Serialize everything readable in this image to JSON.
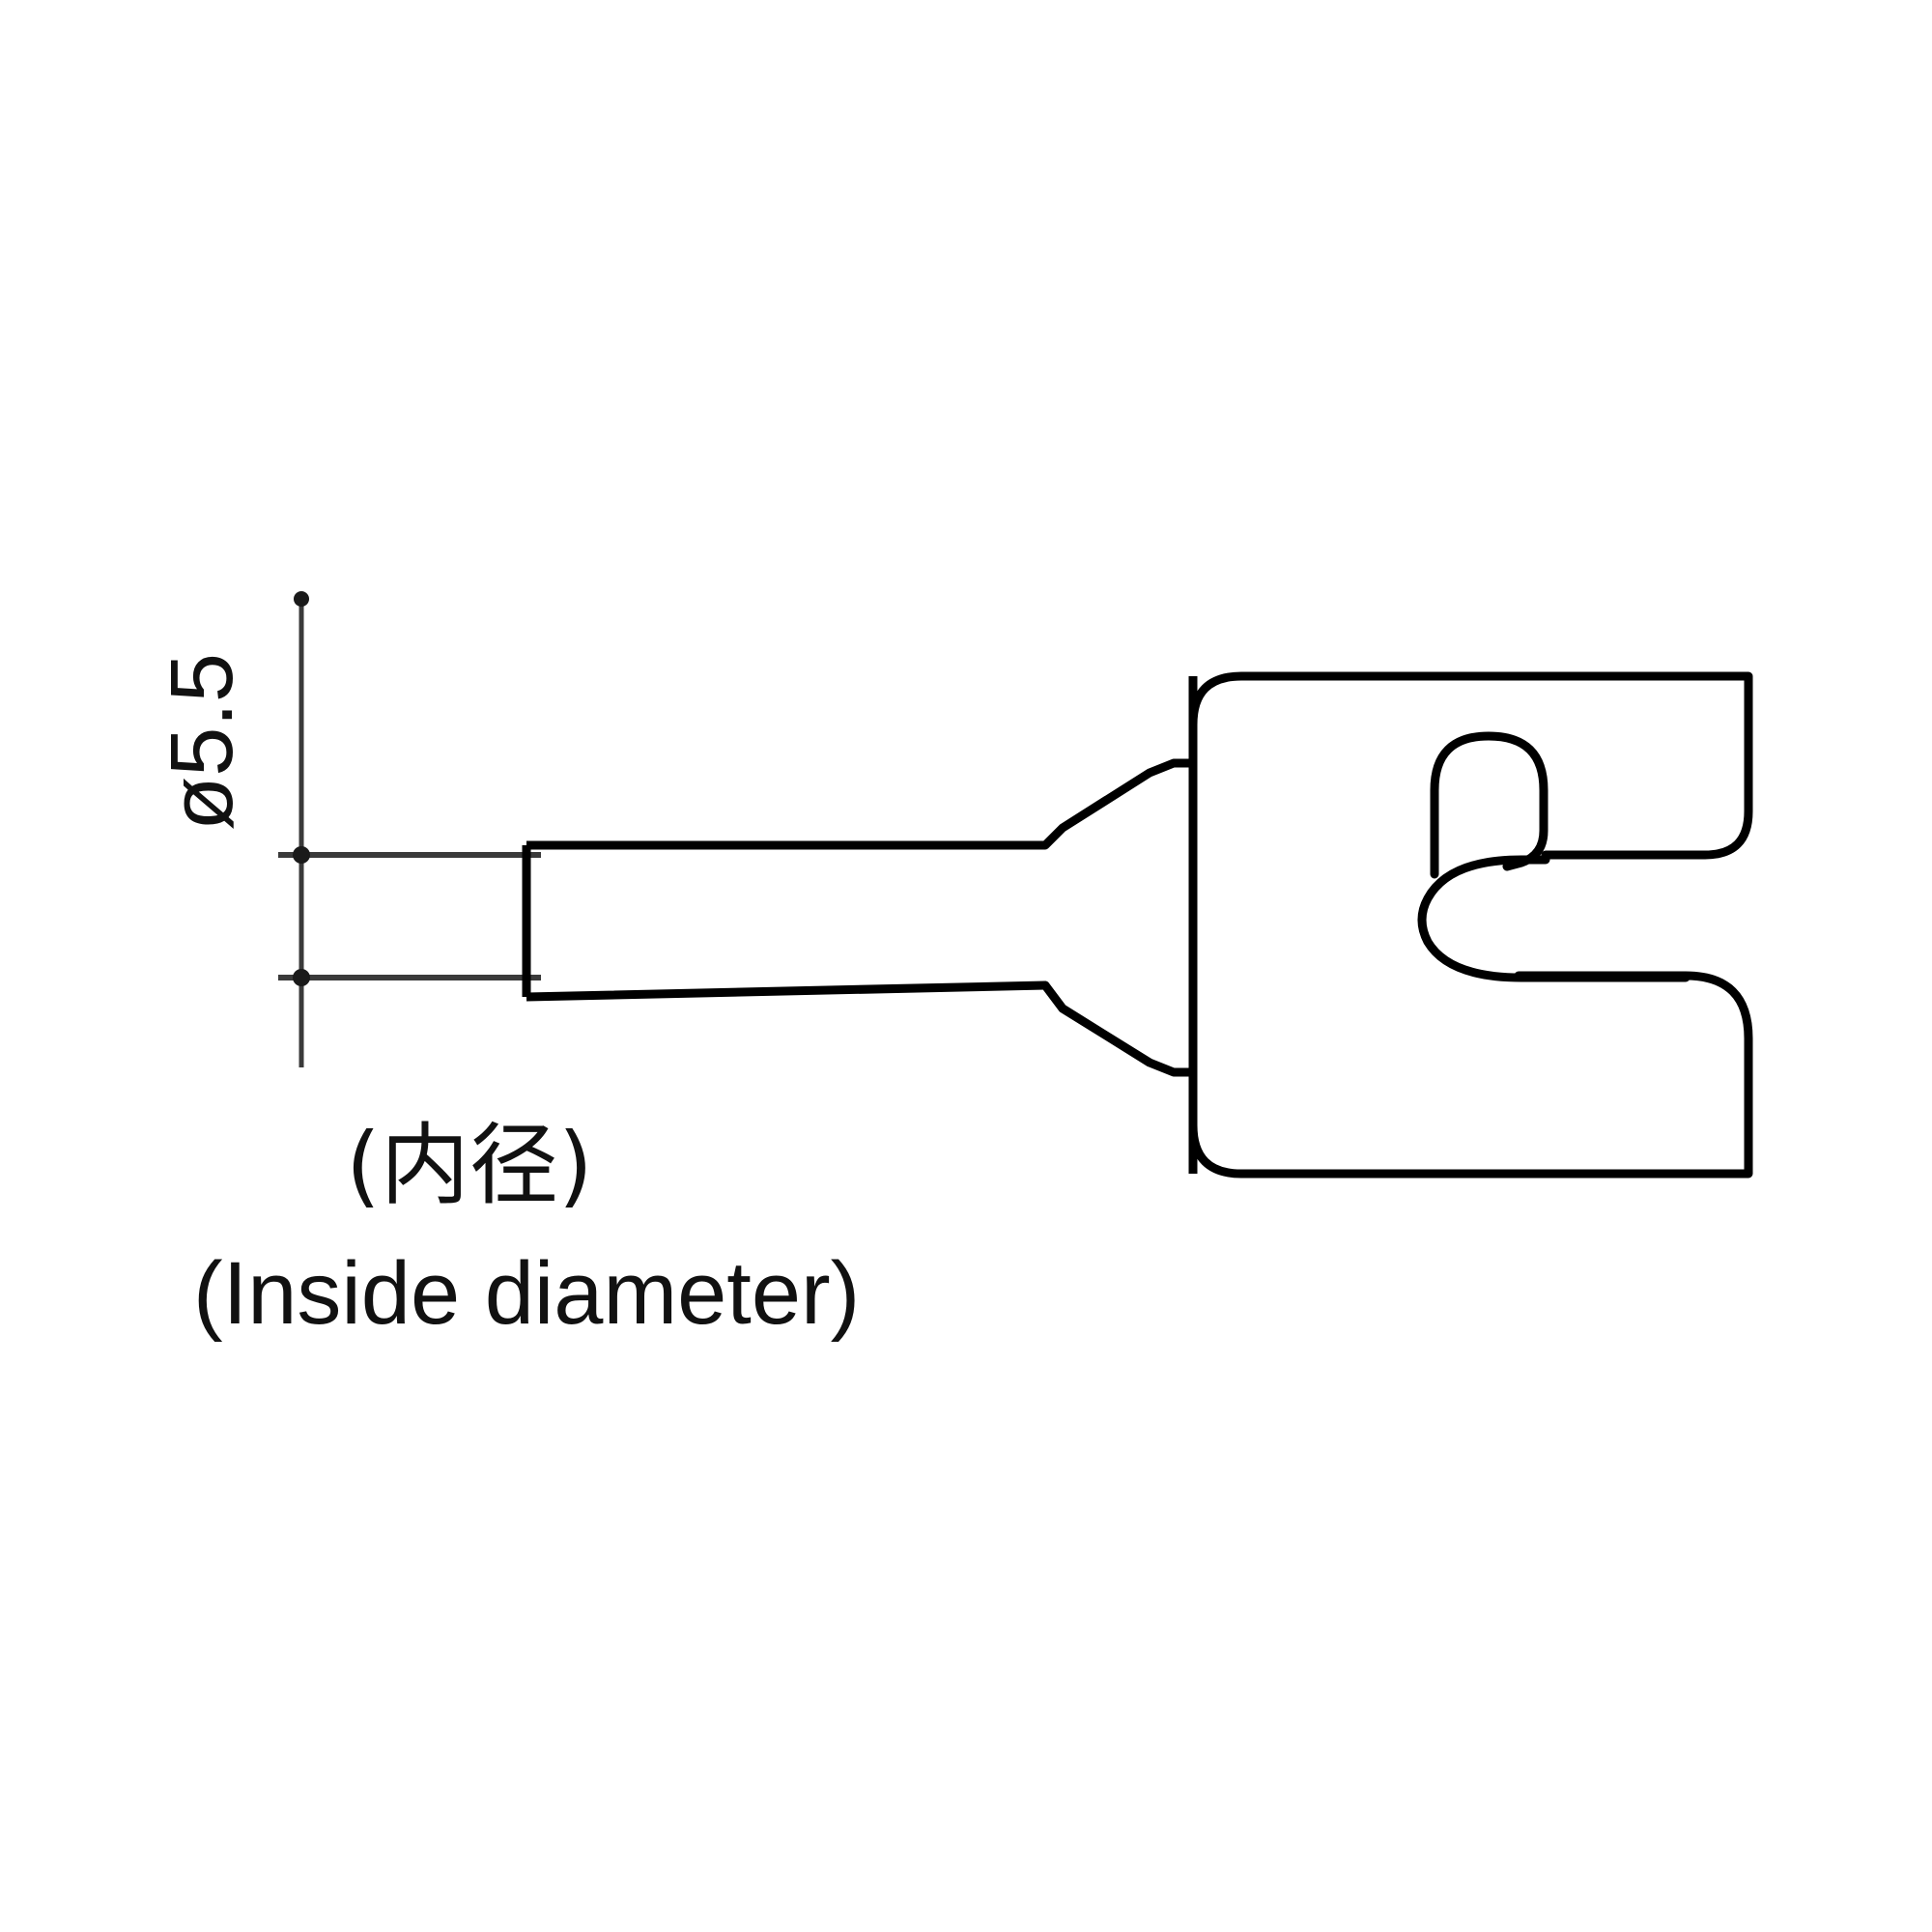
{
  "drawing": {
    "title": "Nozzle tip technical drawing",
    "background_color": "#ffffff",
    "line_color": "#000000",
    "thin_line_color": "#3a3a3a",
    "dimension": {
      "value": "ø5.5",
      "symbol": "ø",
      "number": "5.5",
      "orientation": "vertical-rotated-90ccw",
      "unit_implied": "mm"
    },
    "labels": {
      "japanese": "(内径)",
      "english": "(Inside diameter)"
    },
    "parts": {
      "tube": "nozzle-tube",
      "flare": "tapered-transition",
      "body": "nozzle-body-block",
      "slot_upper": "upper-notch-slot",
      "slot_lower": "lower-notch-slot"
    }
  }
}
